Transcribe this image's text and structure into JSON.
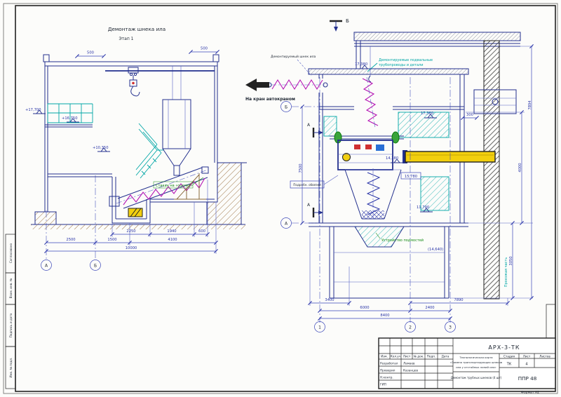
{
  "page": {
    "format_note": "Формат А2"
  },
  "margin_boxes": {
    "b1": "Согласовано",
    "b2": "Взам. инв. №",
    "b3": "Подпись и дата",
    "b4": "Инв. № подл."
  },
  "left_view": {
    "title": "Демонтаж шнека ила",
    "stage": "Этап 1",
    "dim_top_left": "500",
    "dim_top_right": "500",
    "elev_left": "+17,700",
    "elev_inner": "+16,750",
    "elev_mid": "+10,350",
    "note_cup": "Стакан на «сцепку»",
    "dims": {
      "r1a": "2250",
      "r1b": "1940",
      "r1c": "600",
      "r2a": "2500",
      "r2b": "1500",
      "r2c": "4100",
      "total": "10000"
    },
    "axis_a": "А",
    "axis_b": "Б"
  },
  "right_view": {
    "section_top": "Б",
    "section_a1": "А",
    "section_a2": "А",
    "arrow_note": "На кран автокраном",
    "note_removed": "Демонтируемый шнек ила",
    "note_cyan_1": "Демонтируемые подвальные",
    "note_cyan_2": "трубопроводы и детали",
    "note_green": "Устройство подмостей",
    "note_box": "Подробн. обвязки",
    "elev_1": "17,380",
    "elev_2": "17,380",
    "elev_3": "14,380",
    "elev_4": "15,780",
    "elev_5": "11,790",
    "elev_6": "(14,640)",
    "dim_7500": "7500",
    "dim_7894": "7894",
    "dim_4000": "4000",
    "dim_3050": "3050",
    "dim_300": "300",
    "road_label": "Проезжая часть",
    "dims": {
      "d1": "3400",
      "d2": "7890",
      "d3": "6000",
      "d4": "2400",
      "d5": "8400"
    },
    "axis_1": "1",
    "axis_2": "2",
    "axis_3": "3",
    "axis_b": "Б",
    "axis_a": "А"
  },
  "title_block": {
    "code": "АРХ-3-ТК",
    "h1": "Изм.",
    "h2": "Кол.уч",
    "h3": "Лист",
    "h4": "№ док.",
    "h5": "Подп.",
    "h6": "Дата",
    "r1_label": "Разработал",
    "r1_name": "Ламаев",
    "r2_label": "Проверил",
    "r2_name": "Казанцев",
    "r3_label": "Н.контр.",
    "r4_label": "ГИП",
    "doc_line1": "Технологическая карта",
    "doc_line2": "«Замена транспортирующих шнеков",
    "doc_line3": "ила у отстойных линий ила»",
    "subtitle": "Демонтаж трубных шнеков (4 шт)",
    "stage_label": "Стадия",
    "stage": "ТК",
    "sheet_label": "Лист",
    "sheet": "4",
    "sheets_label": "Листов",
    "org": "ППР 48"
  }
}
